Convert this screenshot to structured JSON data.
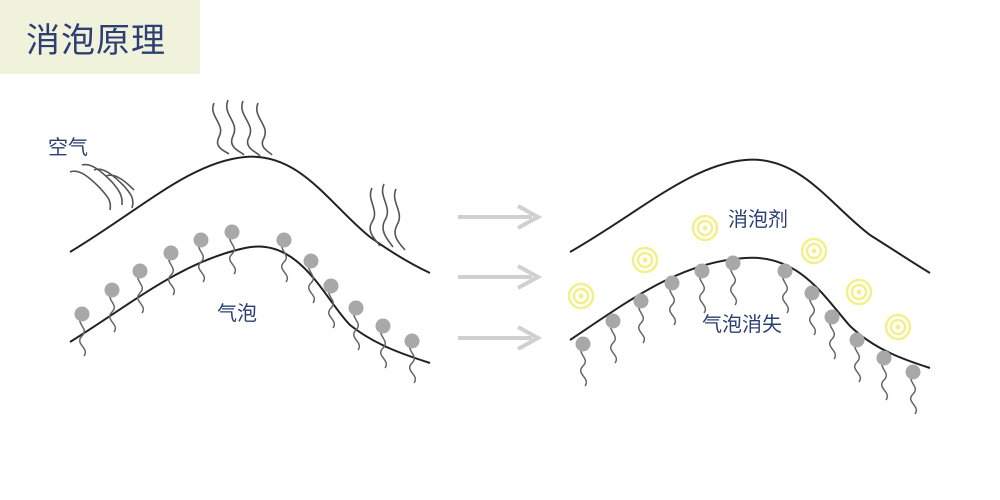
{
  "title": "消泡原理",
  "left_panel": {
    "air_label": "空气",
    "bubble_label": "气泡"
  },
  "right_panel": {
    "defoamer_label": "消泡剂",
    "bubble_gone_label": "气泡消失"
  },
  "colors": {
    "title_bg": "#f1f2dc",
    "title_text": "#2c3f73",
    "curve": "#222222",
    "molecule": "#a8a8a8",
    "arrow": "#d0d0d0",
    "defoamer": "#f3f08a"
  }
}
